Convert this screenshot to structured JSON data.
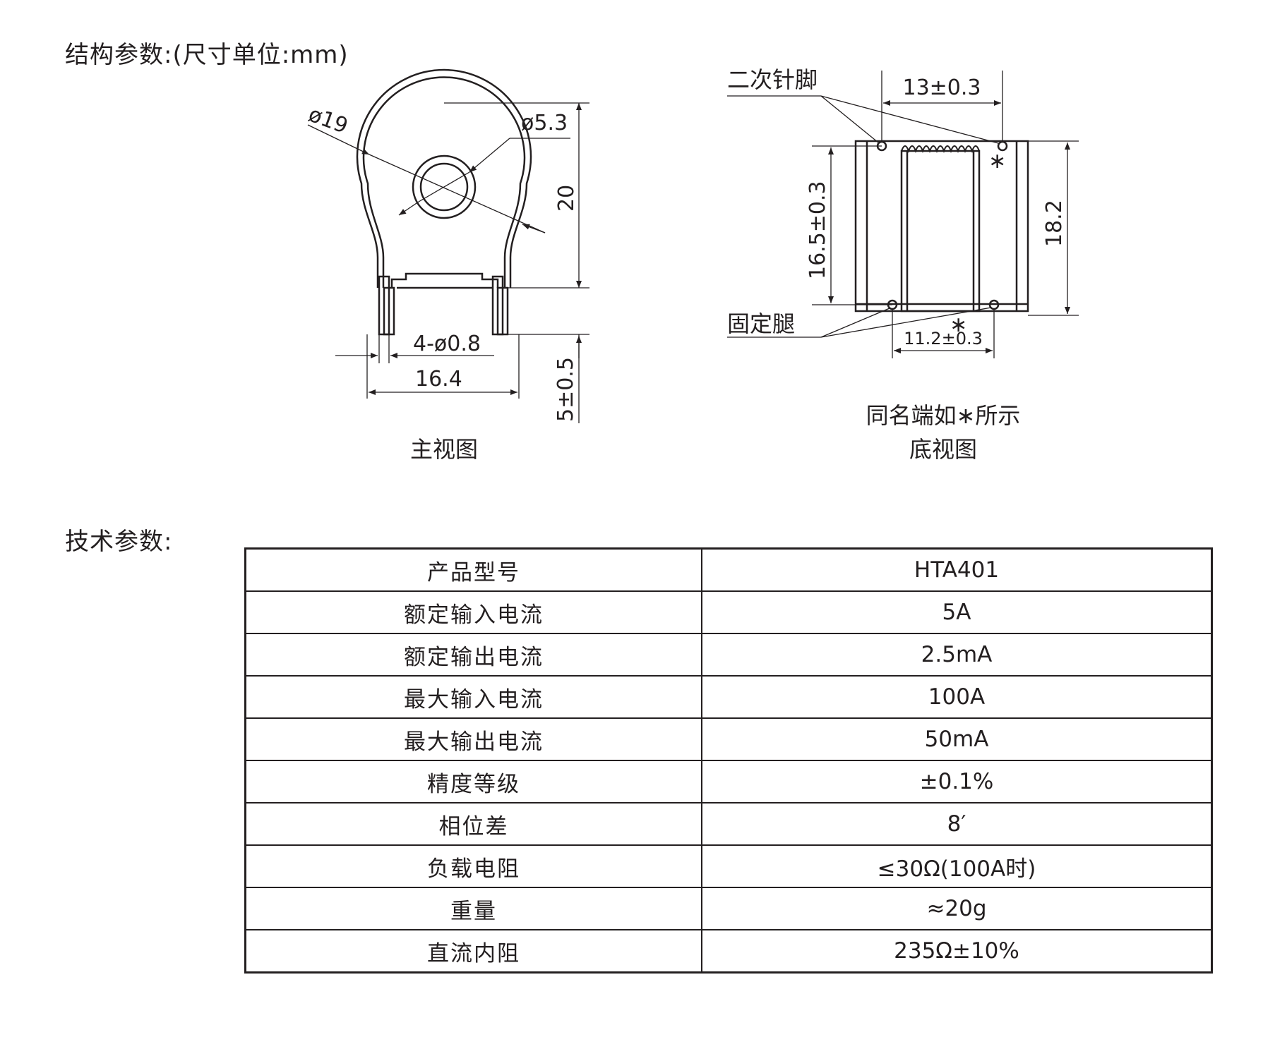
{
  "structure_heading": "结构参数:(尺寸单位:mm)",
  "tech_heading": "技术参数:",
  "front_view": {
    "caption": "主视图",
    "dim_outer_diameter": "ø19",
    "dim_hole_diameter": "ø5.3",
    "dim_height": "20",
    "dim_pins": "4-ø0.8",
    "dim_width": "16.4",
    "dim_pin_length": "5±0.5"
  },
  "bottom_view": {
    "caption": "底视图",
    "polarity_note": "同名端如∗所示",
    "label_secondary_pins": "二次针脚",
    "label_fixing_legs": "固定腿",
    "dim_pin_spacing": "13±0.3",
    "dim_leg_spacing": "11.2±0.3",
    "dim_pin_to_leg": "16.5±0.3",
    "dim_height": "18.2",
    "star": "∗"
  },
  "specs": [
    {
      "param": "产品型号",
      "value": "HTA401"
    },
    {
      "param": "额定输入电流",
      "value": "5A"
    },
    {
      "param": "额定输出电流",
      "value": "2.5mA"
    },
    {
      "param": "最大输入电流",
      "value": "100A"
    },
    {
      "param": "最大输出电流",
      "value": "50mA"
    },
    {
      "param": "精度等级",
      "value": "±0.1%"
    },
    {
      "param": "相位差",
      "value": "8′"
    },
    {
      "param": "负载电阻",
      "value": "≤30Ω(100A时)"
    },
    {
      "param": "重量",
      "value": "≈20g"
    },
    {
      "param": "直流内阻",
      "value": "235Ω±10%"
    }
  ]
}
